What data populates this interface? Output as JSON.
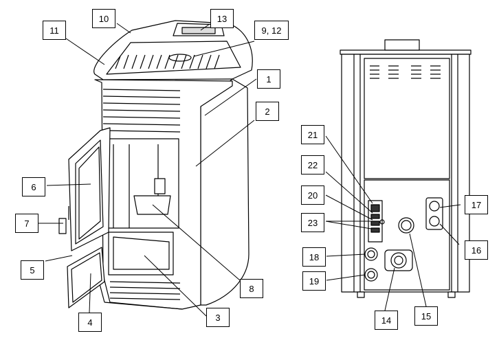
{
  "callouts": [
    {
      "id": "c1",
      "label": "1"
    },
    {
      "id": "c2",
      "label": "2"
    },
    {
      "id": "c3",
      "label": "3"
    },
    {
      "id": "c4",
      "label": "4"
    },
    {
      "id": "c5",
      "label": "5"
    },
    {
      "id": "c6",
      "label": "6"
    },
    {
      "id": "c7",
      "label": "7"
    },
    {
      "id": "c8",
      "label": "8"
    },
    {
      "id": "c9_12",
      "label": "9, 12"
    },
    {
      "id": "c10",
      "label": "10"
    },
    {
      "id": "c11",
      "label": "11"
    },
    {
      "id": "c13",
      "label": "13"
    },
    {
      "id": "c14",
      "label": "14"
    },
    {
      "id": "c15",
      "label": "15"
    },
    {
      "id": "c16",
      "label": "16"
    },
    {
      "id": "c17",
      "label": "17"
    },
    {
      "id": "c18",
      "label": "18"
    },
    {
      "id": "c19",
      "label": "19"
    },
    {
      "id": "c20",
      "label": "20"
    },
    {
      "id": "c21",
      "label": "21"
    },
    {
      "id": "c22",
      "label": "22"
    },
    {
      "id": "c23",
      "label": "23"
    }
  ],
  "colors": {
    "line": "#000000",
    "background": "#ffffff",
    "panel": "#f2f2f2"
  }
}
